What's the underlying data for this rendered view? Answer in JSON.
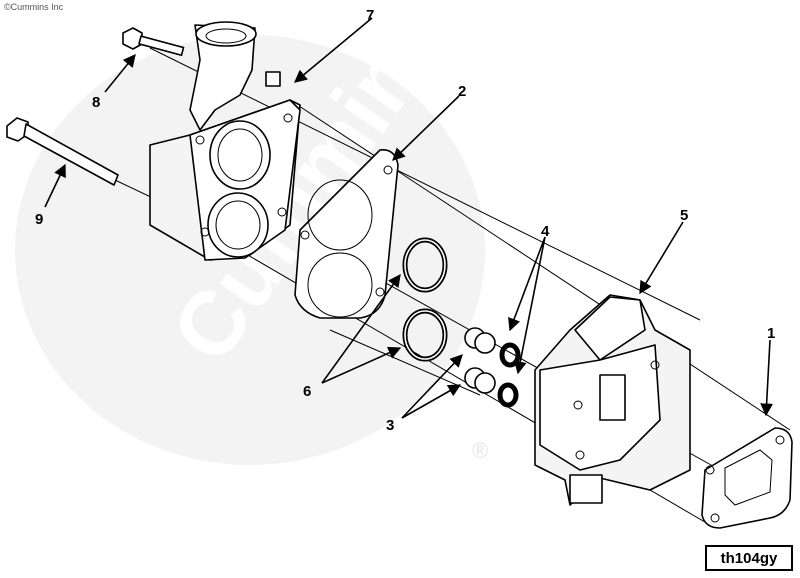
{
  "copyright": "©Cummins Inc",
  "watermark_text": "Cummins",
  "watermark_mark": "®",
  "reference_code": "th104gy",
  "callouts": {
    "c1": "1",
    "c2": "2",
    "c3": "3",
    "c4": "4",
    "c5": "5",
    "c6": "6",
    "c7": "7",
    "c8": "8",
    "c9": "9"
  }
}
